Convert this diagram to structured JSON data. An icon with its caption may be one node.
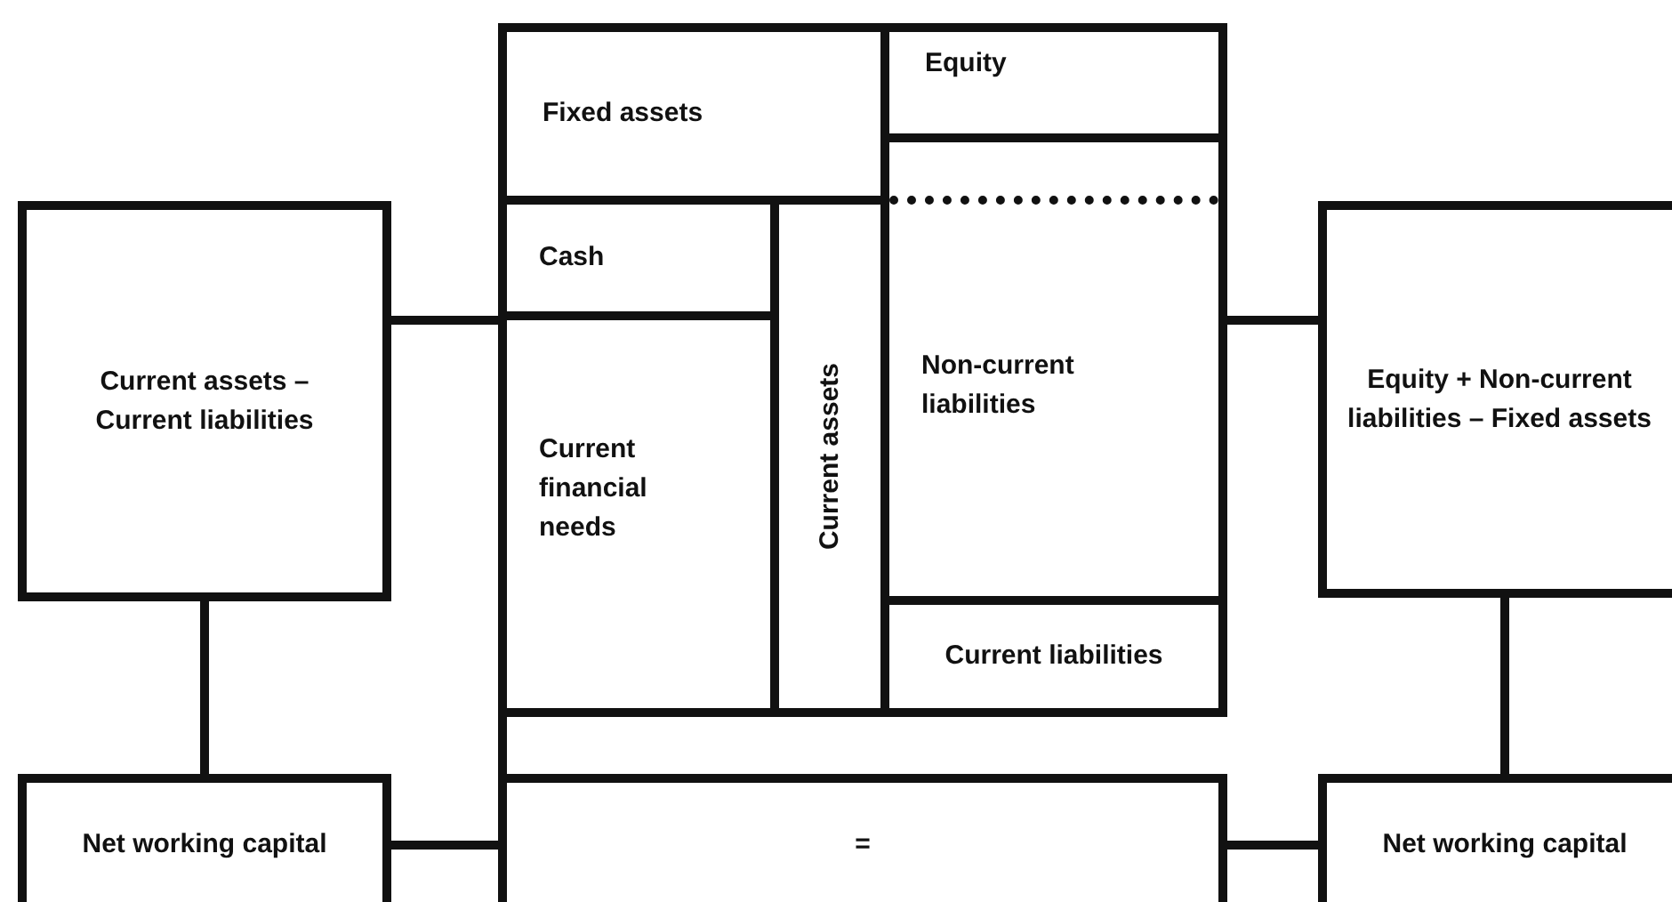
{
  "diagram": {
    "nodes": [
      {
        "text": [],
        "shape": "box"
      },
      {
        "text": [
          "Fixed assets"
        ],
        "in": 0
      },
      {
        "text": [
          "Equity"
        ],
        "in": 0
      },
      {
        "text": [
          "Cash"
        ],
        "in": 0
      },
      {
        "text": [
          "Current assets"
        ],
        "in": 0
      },
      {
        "text": [
          "Current financial needs"
        ],
        "in": 0
      },
      {
        "text": [
          "Non-current liabilities"
        ],
        "in": 0
      },
      {
        "text": [
          "Current liabilities"
        ],
        "in": 0
      },
      {
        "text": [
          "Current assets – Current liabilities"
        ]
      },
      {
        "text": [
          "Equity + Non-current liabilities – Fixed assets"
        ]
      },
      {
        "text": [
          "Net working capital"
        ]
      },
      {
        "text": [
          "="
        ]
      },
      {
        "text": [
          "Net working capital"
        ]
      }
    ],
    "edges": [
      {
        "from": 8,
        "to": 0,
        "arrow": "none"
      },
      {
        "from": 0,
        "to": 9,
        "arrow": "none"
      },
      {
        "from": 8,
        "to": 10,
        "arrow": "none"
      },
      {
        "from": 9,
        "to": 12,
        "arrow": "none"
      },
      {
        "from": 10,
        "to": 11,
        "arrow": "none"
      },
      {
        "from": 11,
        "to": 12,
        "arrow": "none"
      },
      {
        "from": 0,
        "to": 11,
        "arrow": "none"
      }
    ]
  }
}
